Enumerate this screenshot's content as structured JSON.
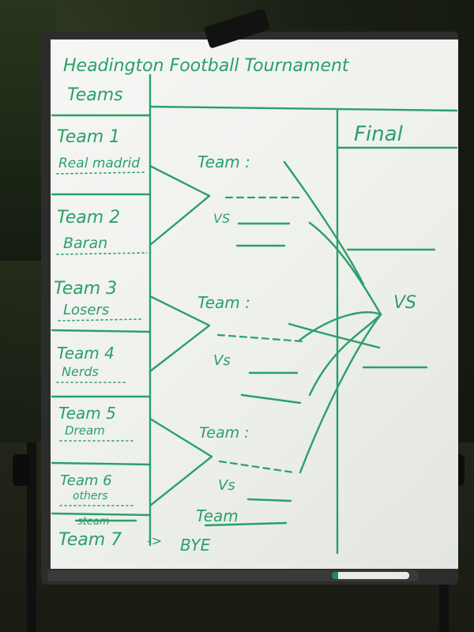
{
  "board": {
    "title": "Headington Football Tournament",
    "teams_heading": "Teams",
    "final_heading": "Final",
    "teams": [
      {
        "label": "Team 1",
        "name": "Real madrid"
      },
      {
        "label": "Team 2",
        "name": "Baran"
      },
      {
        "label": "Team 3",
        "name": "Losers"
      },
      {
        "label": "Team 4",
        "name": "Nerds"
      },
      {
        "label": "Team 5",
        "name": "Dream"
      },
      {
        "label": "Team 6",
        "name": "others"
      }
    ],
    "team7": {
      "crossed_out": "steam",
      "label": "Team 7",
      "arrow": "->",
      "bye": "BYE"
    },
    "round": {
      "team_word": "Team",
      "team_colon": "Team :",
      "vs": "VS",
      "vs_lower": "Vs"
    },
    "final_vs": "VS"
  },
  "colors": {
    "ink": "#2aa069",
    "board": "#f3f4f1",
    "frame": "#2c2c2c"
  }
}
